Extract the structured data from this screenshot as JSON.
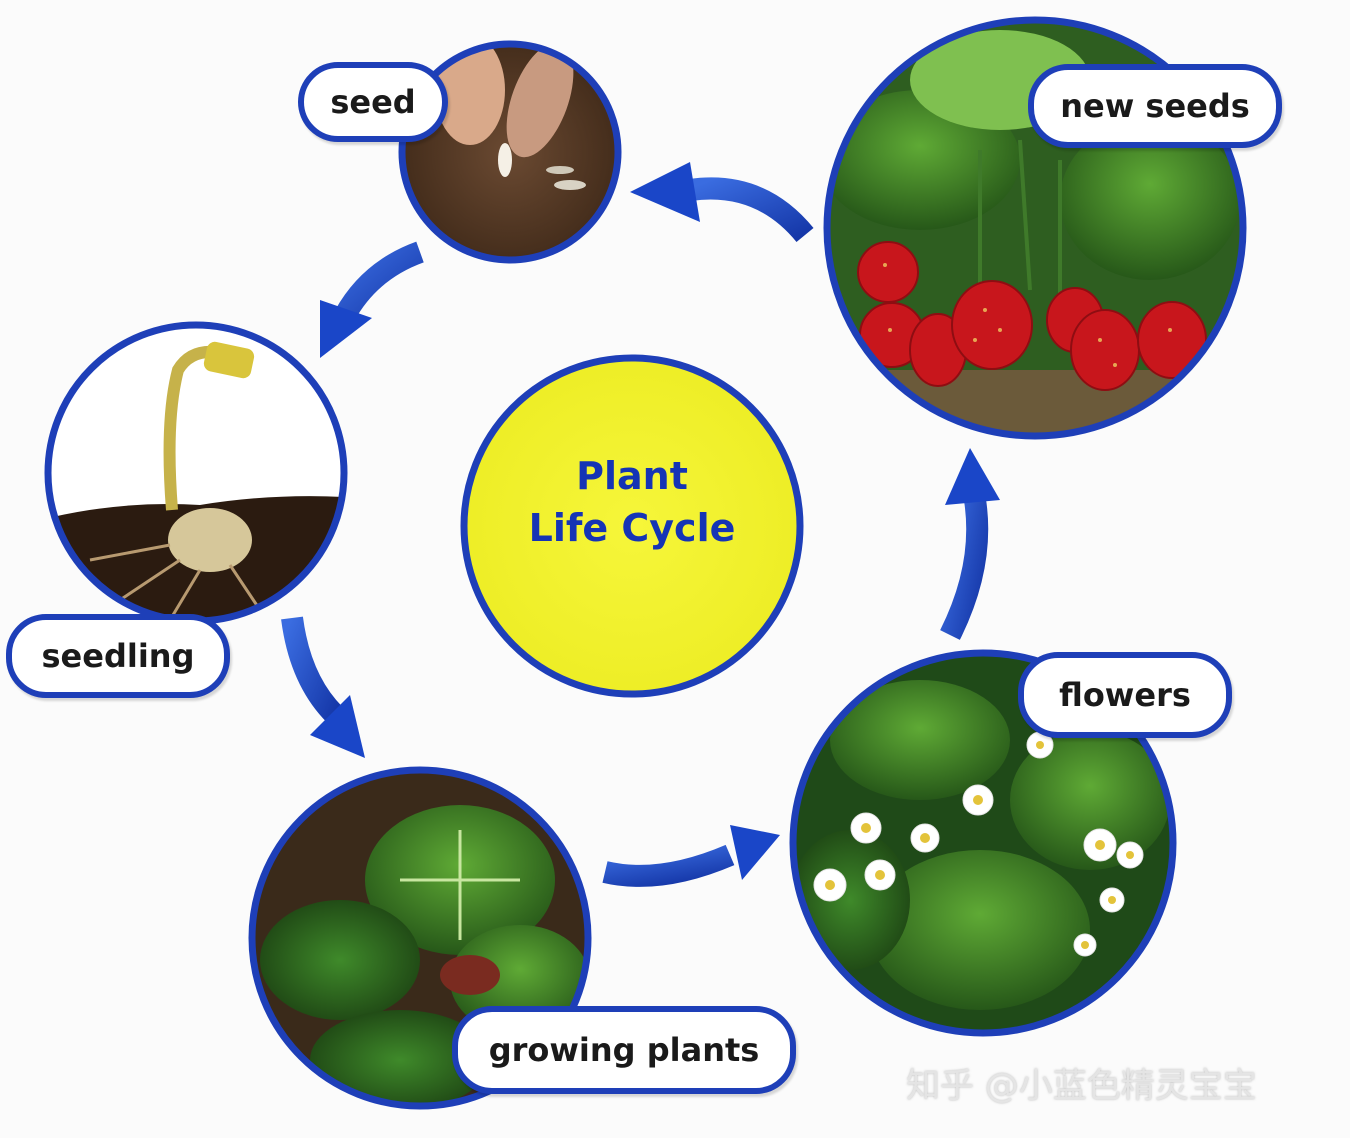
{
  "diagram": {
    "center_title_line1": "Plant",
    "center_title_line2": "Life Cycle",
    "stages": [
      {
        "label": "seed"
      },
      {
        "label": "seedling"
      },
      {
        "label": "growing plants"
      },
      {
        "label": "flowers"
      },
      {
        "label": "new seeds"
      }
    ]
  },
  "watermark": "知乎 @小蓝色精灵宝宝",
  "colors": {
    "border_blue": "#1e3fb8",
    "arrow_blue": "#1a46c8",
    "center_yellow": "#f2f230",
    "title_blue": "#1534b5"
  }
}
